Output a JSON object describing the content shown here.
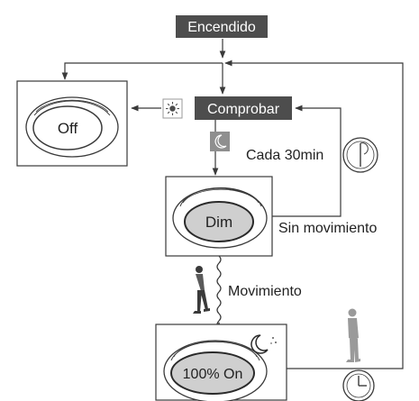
{
  "start_label": "Encendido",
  "check_label": "Comprobar",
  "states": {
    "off": "Off",
    "dim": "Dim",
    "on": "100% On"
  },
  "labels": {
    "interval": "Cada 30min",
    "no_motion": "Sin movimiento",
    "motion": "Movimiento"
  },
  "icons": [
    "sun-icon",
    "moon-icon",
    "clock-icon",
    "walking-person-icon",
    "night-moon-icon",
    "timer-clock-icon"
  ],
  "colors": {
    "box_fill": "#4d4d4d",
    "box_text": "#ffffff",
    "line": "#3a3a3a",
    "lamp_fill": "#cfcfcf"
  }
}
